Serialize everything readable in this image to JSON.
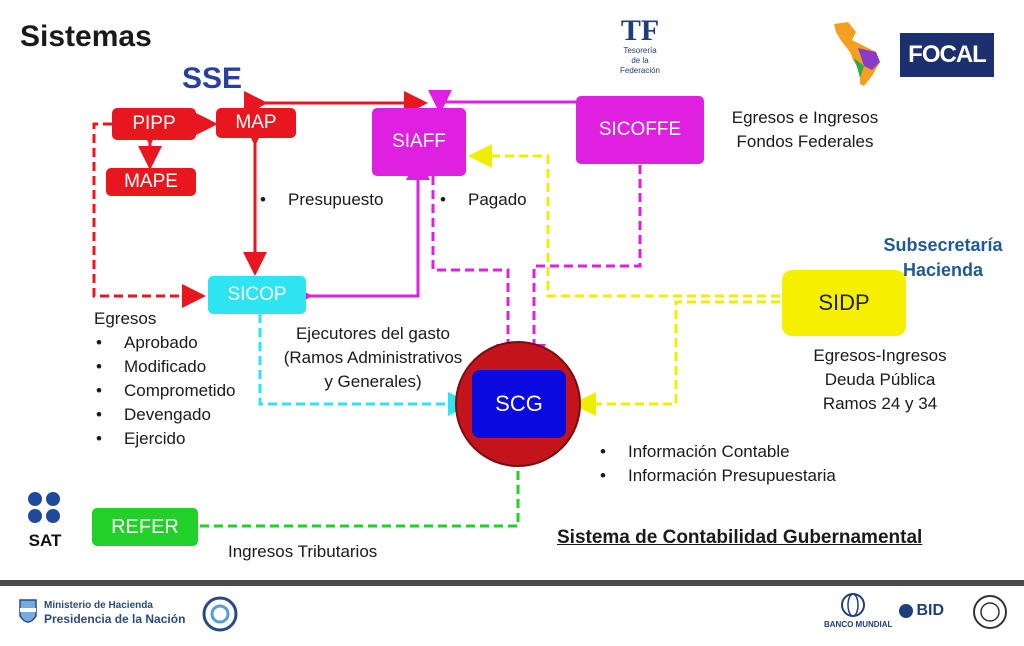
{
  "header": {
    "title": "Sistemas",
    "subtitle": "SSE"
  },
  "logos": {
    "tesoreria": {
      "mark": "TF",
      "line1": "Tesorería",
      "line2": "de la Federación"
    },
    "focal": "FOCAL",
    "sat": "SAT",
    "ministerio": {
      "line1": "Ministerio de Hacienda",
      "line2": "Presidencia de la Nación"
    },
    "banco_mundial": "BANCO MUNDIAL",
    "bid": "BID"
  },
  "nodes": {
    "pipp": "PIPP",
    "map": "MAP",
    "mape": "MAPE",
    "siaff": "SIAFF",
    "sicoffe": "SICOFFE",
    "sicop": "SICOP",
    "sidp": "SIDP",
    "scg": "SCG",
    "refer": "REFER"
  },
  "labels": {
    "egresos_ingresos": [
      "Egresos e Ingresos",
      "Fondos Federales"
    ],
    "presupuesto": "Presupuesto",
    "pagado": "Pagado",
    "subsecretaria": [
      "Subsecretaría",
      "Hacienda"
    ],
    "egresos_heading": "Egresos",
    "egresos_items": [
      "Aprobado",
      "Modificado",
      "Comprometido",
      "Devengado",
      "Ejercido"
    ],
    "ejecutores": [
      "Ejecutores del gasto",
      "(Ramos Administrativos",
      "y Generales)"
    ],
    "deuda": [
      "Egresos-Ingresos",
      "Deuda Pública",
      "Ramos 24 y 34"
    ],
    "info_items": [
      "Información Contable",
      "Información Presupuestaria"
    ],
    "sistema_contabilidad": "Sistema de Contabilidad Gubernamental",
    "ingresos_tributarios": "Ingresos Tributarios"
  },
  "colors": {
    "red": "#e8171f",
    "magenta": "#e020e0",
    "cyan": "#2ee4f0",
    "blue_scg": "#0a0ae0",
    "green": "#22d02a",
    "yellow": "#f8f800",
    "yellow_box": "#f4f000",
    "title_blue": "#2b3fa3",
    "subsecretaria": "#1f5a96"
  }
}
